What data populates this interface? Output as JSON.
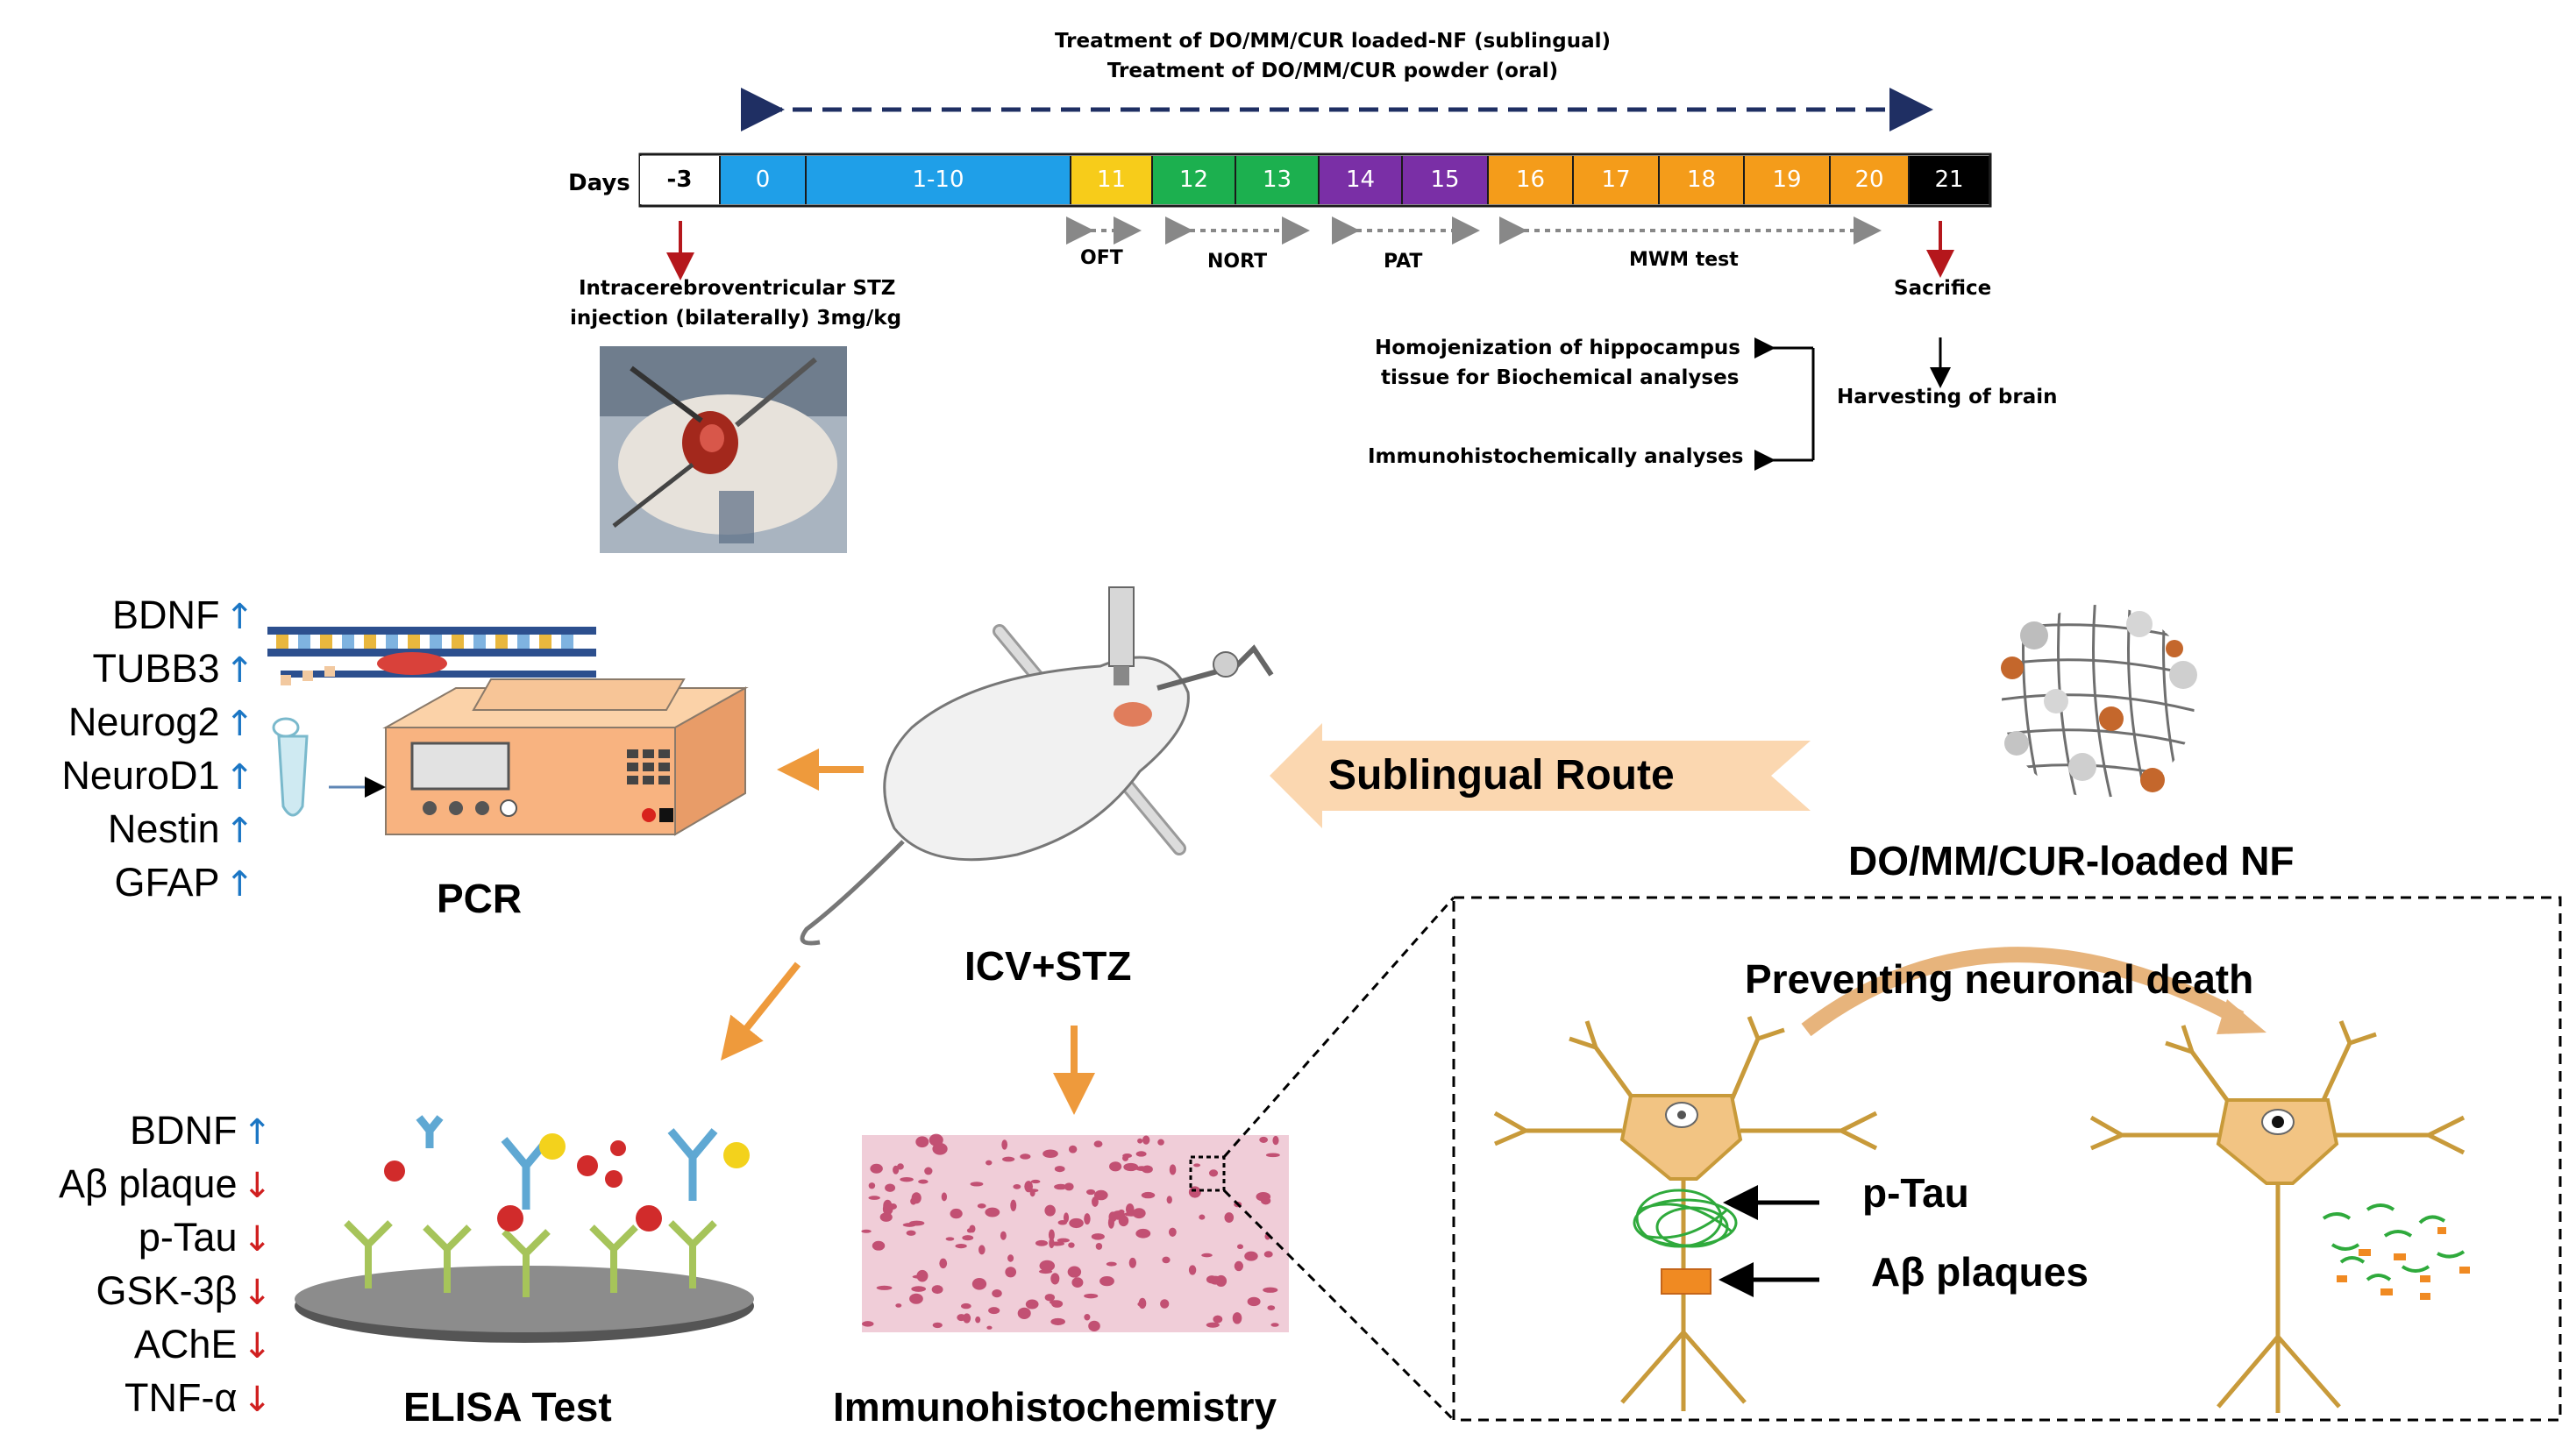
{
  "header": {
    "line1": "Treatment of DO/MM/CUR loaded-NF (sublingual)",
    "line2": "Treatment of DO/MM/CUR  powder (oral)"
  },
  "timeline": {
    "days_label": "Days",
    "days": [
      {
        "label": "-3",
        "color": "#ffffff"
      },
      {
        "label": "0",
        "color": "#1f9fe8"
      },
      {
        "label": "1-10",
        "color": "#1f9fe8"
      },
      {
        "label": "11",
        "color": "#f7cc1a"
      },
      {
        "label": "12",
        "color": "#1cb04f"
      },
      {
        "label": "13",
        "color": "#1cb04f"
      },
      {
        "label": "14",
        "color": "#7a2fa6"
      },
      {
        "label": "15",
        "color": "#7a2fa6"
      },
      {
        "label": "16",
        "color": "#f49c1a"
      },
      {
        "label": "17",
        "color": "#f49c1a"
      },
      {
        "label": "18",
        "color": "#f49c1a"
      },
      {
        "label": "19",
        "color": "#f49c1a"
      },
      {
        "label": "20",
        "color": "#f49c1a"
      },
      {
        "label": "21",
        "color": "#000000"
      }
    ],
    "tests": [
      "OFT",
      "NORT",
      "PAT",
      "MWM test"
    ],
    "injection_line1": "Intracerebroventricular  STZ",
    "injection_line2": "injection (bilaterally) 3mg/kg",
    "sacrifice": "Sacrifice",
    "harvest": "Harvesting of brain",
    "homog_line1": "Homojenization of hippocampus",
    "homog_line2": "tissue for Biochemical analyses",
    "immuno_analyses": "Immunohistochemically analyses"
  },
  "center": {
    "sublingual": "Sublingual Route",
    "nf_label": "DO/MM/CUR-loaded NF",
    "model": "ICV+STZ",
    "pcr": "PCR",
    "elisa": "ELISA Test",
    "ihc": "Immunohistochemistry"
  },
  "pcr_markers": [
    {
      "name": "BDNF",
      "arrow": "↑",
      "dir": "up"
    },
    {
      "name": "TUBB3",
      "arrow": "↑",
      "dir": "up"
    },
    {
      "name": "Neurog2",
      "arrow": "↑",
      "dir": "up"
    },
    {
      "name": "NeuroD1",
      "arrow": "↑",
      "dir": "up"
    },
    {
      "name": "Nestin",
      "arrow": "↑",
      "dir": "up"
    },
    {
      "name": "GFAP",
      "arrow": "↑",
      "dir": "up"
    }
  ],
  "elisa_markers": [
    {
      "name": "BDNF",
      "arrow": "↑",
      "dir": "up"
    },
    {
      "name": "Aβ plaque",
      "arrow": "↓",
      "dir": "down"
    },
    {
      "name": "p-Tau",
      "arrow": "↓",
      "dir": "down"
    },
    {
      "name": "GSK-3β",
      "arrow": "↓",
      "dir": "down"
    },
    {
      "name": "AChE",
      "arrow": "↓",
      "dir": "down"
    },
    {
      "name": "TNF-α",
      "arrow": "↓",
      "dir": "down"
    }
  ],
  "neuron_panel": {
    "title": "Preventing neuronal death",
    "ptau": "p-Tau",
    "abeta": "Aβ plaques"
  },
  "colors": {
    "sublingual_arrow": "#fbd7b0",
    "orange_arrow": "#ee9a3c",
    "neuron": "#f2c483",
    "red_arrow": "#b5171c",
    "navy_arrow": "#1f2f63"
  }
}
